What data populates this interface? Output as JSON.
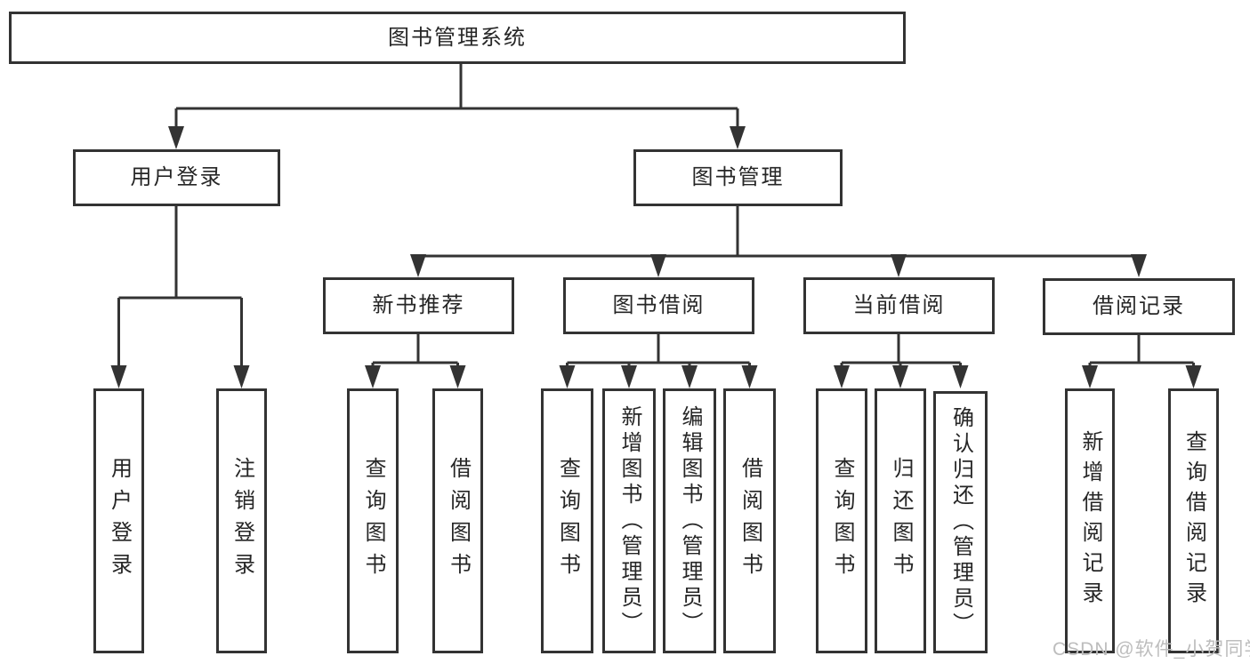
{
  "colors": {
    "line": "#333333",
    "text": "#262626",
    "background": "#ffffff",
    "watermark_color": "#bdbdbd"
  },
  "tree": {
    "root": {
      "label": "图书管理系统",
      "children": [
        {
          "label": "用户登录",
          "children": [
            {
              "label": "用户登录"
            },
            {
              "label": "注销登录"
            }
          ]
        },
        {
          "label": "图书管理",
          "children": [
            {
              "label": "新书推荐",
              "children": [
                {
                  "label": "查询图书"
                },
                {
                  "label": "借阅图书"
                }
              ]
            },
            {
              "label": "图书借阅",
              "children": [
                {
                  "label": "查询图书"
                },
                {
                  "label": "新增图书（管理员）"
                },
                {
                  "label": "编辑图书（管理员）"
                },
                {
                  "label": "借阅图书"
                }
              ]
            },
            {
              "label": "当前借阅",
              "children": [
                {
                  "label": "查询图书"
                },
                {
                  "label": "归还图书"
                },
                {
                  "label": "确认归还（管理员）"
                }
              ]
            },
            {
              "label": "借阅记录",
              "children": [
                {
                  "label": "新增借阅记录"
                },
                {
                  "label": "查询借阅记录"
                }
              ]
            }
          ]
        }
      ]
    }
  },
  "watermark": {
    "text": "CSDN @软件_小贺同学"
  }
}
